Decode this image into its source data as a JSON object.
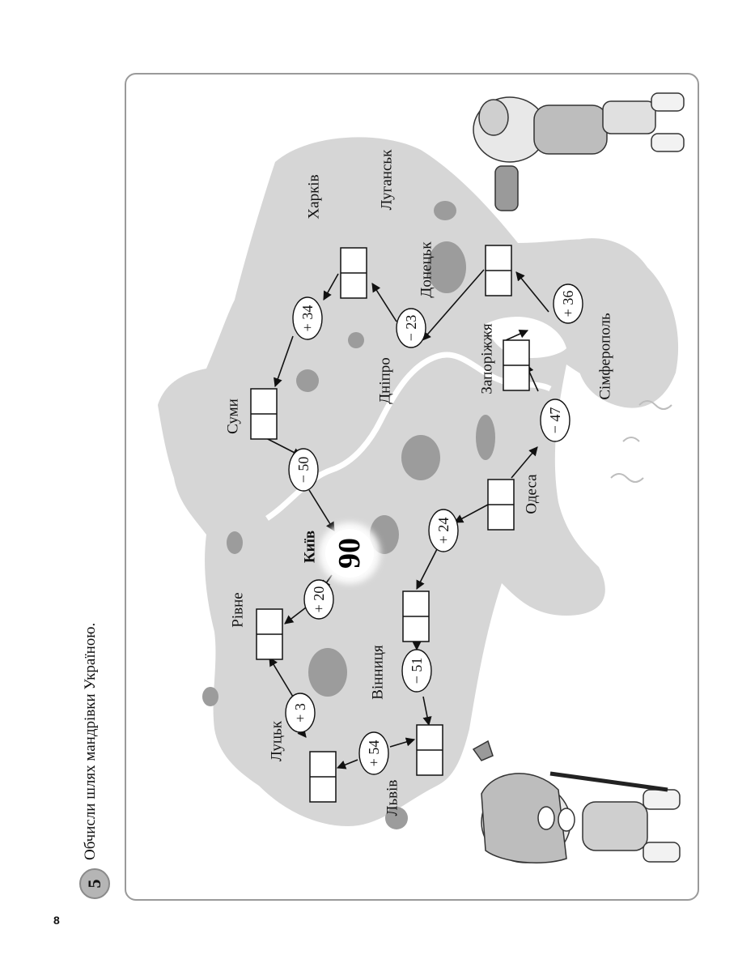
{
  "page_number": "8",
  "task": {
    "number": "5",
    "text": "Обчисли шлях мандрівки Україною."
  },
  "start_value": "90",
  "cities": {
    "kyiv": "Київ",
    "rivne": "Рівне",
    "lutsk": "Луцьк",
    "lviv": "Львів",
    "vinnytsia": "Вінниця",
    "odesa": "Одеса",
    "zaporizhzhia": "Запоріжжя",
    "simferopol": "Сімферополь",
    "donetsk": "Донецьк",
    "luhansk": "Луганськ",
    "kharkiv": "Харків",
    "dnipro": "Дніпро",
    "sumy": "Суми"
  },
  "operations": {
    "kyiv_to_rivne": "+ 20",
    "rivne_to_lutsk": "+ 3",
    "lutsk_to_lviv": "+ 54",
    "lviv_to_vinnytsia": "− 51",
    "vinnytsia_to_odesa": "+ 24",
    "odesa_to_zaporizhzhia": "− 47",
    "zaporizhzhia_to_simferopol": "+ 36",
    "simferopol_to_donetsk": "− 23",
    "donetsk_to_kharkiv": "+ 34",
    "kharkiv_to_sumy": "− 50"
  }
}
